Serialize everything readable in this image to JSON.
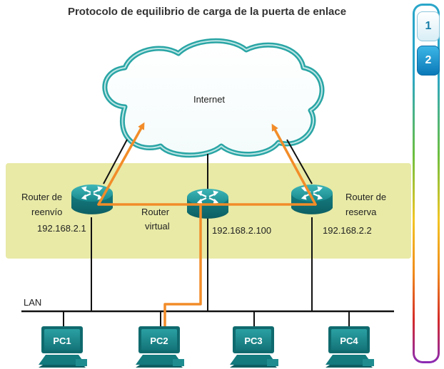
{
  "title": "Protocolo de equilibrio de carga de la puerta de enlace",
  "cloud": {
    "label": "Internet"
  },
  "routers": {
    "forwarding": {
      "name_line1": "Router de",
      "name_line2": "reenvío",
      "ip": "192.168.2.1"
    },
    "virtual": {
      "name_line1": "Router",
      "name_line2": "virtual",
      "ip": "192.168.2.100"
    },
    "standby": {
      "name_line1": "Router de",
      "name_line2": "reserva",
      "ip": "192.168.2.2"
    }
  },
  "lan": {
    "label": "LAN"
  },
  "pcs": [
    "PC1",
    "PC2",
    "PC3",
    "PC4"
  ],
  "nav": {
    "buttons": [
      "1",
      "2"
    ],
    "active_index": 1
  },
  "colors": {
    "router_zone": "#e8eaa6",
    "traffic_path": "#f28c28",
    "router_body": "#1e8f92",
    "cloud_outline": "#2aa5a5"
  },
  "icons": {
    "router": "router-icon",
    "pc": "pc-icon",
    "cloud": "cloud-icon"
  }
}
